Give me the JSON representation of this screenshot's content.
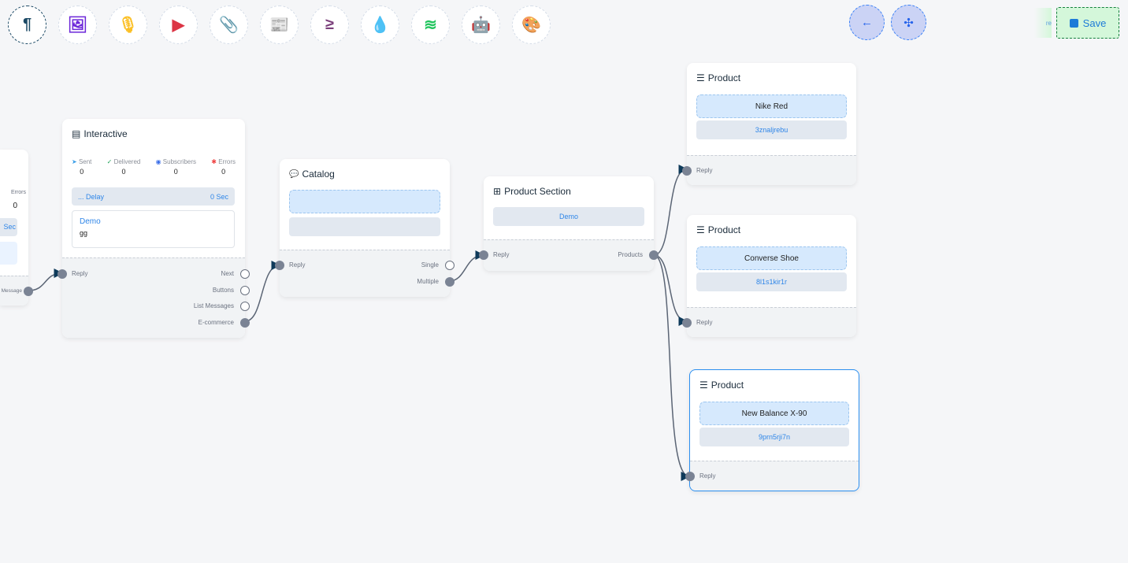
{
  "toolbar": {
    "tools": [
      {
        "icon": "paragraph-icon",
        "glyph": "¶",
        "color": "#1b4965"
      },
      {
        "icon": "image-icon",
        "glyph": "🖼",
        "color": "#6d28d9"
      },
      {
        "icon": "microphone-icon",
        "glyph": "🎙",
        "color": "#fbbf24"
      },
      {
        "icon": "youtube-icon",
        "glyph": "▶",
        "color": "#dc3545"
      },
      {
        "icon": "paperclip-icon",
        "glyph": "📎",
        "color": "#16a34a"
      },
      {
        "icon": "newspaper-icon",
        "glyph": "📰",
        "color": "#f87171"
      },
      {
        "icon": "greater-equal-icon",
        "glyph": "≥",
        "color": "#7b3f7b"
      },
      {
        "icon": "droplet-icon",
        "glyph": "💧",
        "color": "#c81e4a"
      },
      {
        "icon": "stack-icon",
        "glyph": "≋",
        "color": "#22c55e"
      },
      {
        "icon": "robot-icon",
        "glyph": "🤖",
        "color": "#1d1df0"
      },
      {
        "icon": "palette-icon",
        "glyph": "🎨",
        "color": "#22c55e"
      }
    ],
    "back_glyph": "←",
    "collapse_glyph": "✣",
    "save_label": "Save",
    "ghost_label": "re"
  },
  "partial_node": {
    "stat_label": "Errors",
    "stat_value": "0",
    "delay_value": "Sec",
    "output": "Message"
  },
  "interactive": {
    "title": "Interactive",
    "stats": [
      {
        "label": "Sent",
        "value": "0",
        "color": "#3b9ee8"
      },
      {
        "label": "Delivered",
        "value": "0",
        "color": "#22a35a"
      },
      {
        "label": "Subscribers",
        "value": "0",
        "color": "#3b6ee8"
      },
      {
        "label": "Errors",
        "value": "0",
        "color": "#ef4444"
      }
    ],
    "delay_label": "... Delay",
    "delay_value": "0 Sec",
    "message_title": "Demo",
    "message_body": "gg",
    "input": "Reply",
    "outputs": [
      "Next",
      "Buttons",
      "List Messages",
      "E-commerce"
    ]
  },
  "catalog": {
    "title": "Catalog",
    "input": "Reply",
    "outputs": [
      "Single",
      "Multiple"
    ]
  },
  "product_section": {
    "title": "Product Section",
    "name": "Demo",
    "input": "Reply",
    "output": "Products"
  },
  "products": [
    {
      "title": "Product",
      "name": "Nike Red",
      "id": "3znaljrebu",
      "input": "Reply"
    },
    {
      "title": "Product",
      "name": "Converse Shoe",
      "id": "8l1s1kir1r",
      "input": "Reply"
    },
    {
      "title": "Product",
      "name": "New Balance X-90",
      "id": "9prn5rji7n",
      "input": "Reply",
      "selected": true
    }
  ],
  "colors": {
    "edge": "#5b6575",
    "arrow": "#0e3a5a",
    "accent": "#2b8ff0"
  }
}
